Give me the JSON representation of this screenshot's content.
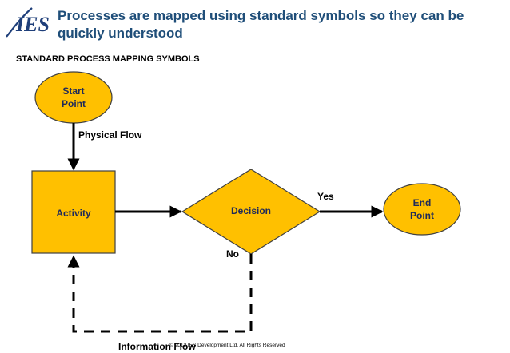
{
  "header": {
    "logo_text": "IES",
    "title": "Processes are mapped using standard symbols so they can be quickly understood"
  },
  "subtitle": "STANDARD PROCESS MAPPING SYMBOLS",
  "diagram": {
    "start": {
      "line1": "Start",
      "line2": "Point"
    },
    "activity": "Activity",
    "decision": "Decision",
    "end": {
      "line1": "End",
      "line2": "Point"
    },
    "physical_flow": "Physical Flow",
    "yes": "Yes",
    "no": "No",
    "information_flow": "Information Flow"
  },
  "footer": {
    "copyright": "© 2012 IES Development Ltd.  All Rights Reserved"
  },
  "colors": {
    "title": "#1f4e79",
    "shape_fill": "#ffc000",
    "shape_stroke": "#404040",
    "shape_text": "#1f2a5a",
    "connector": "#000000",
    "logo": "#1f3f7a"
  }
}
